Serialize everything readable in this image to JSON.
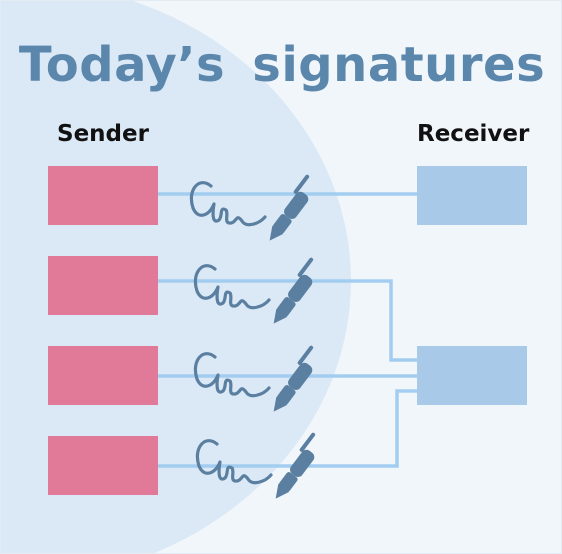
{
  "title": "Today’s signatures",
  "sender_label": "Sender",
  "receiver_label": "Receiver",
  "senders": 4,
  "receivers": 2,
  "connections": [
    {
      "sender": 1,
      "receiver": 1
    },
    {
      "sender": 2,
      "receiver": 2
    },
    {
      "sender": 3,
      "receiver": 2
    },
    {
      "sender": 4,
      "receiver": 2
    }
  ],
  "colors": {
    "background": "#f1f6fb",
    "background_shape": "#dbe8f5",
    "title": "#5c87ad",
    "sender_box": "#e07a98",
    "receiver_box": "#a9c9e8",
    "connector": "#a3cdf0",
    "signature": "#5a7fa0"
  },
  "icons": [
    "signature-icon",
    "pen-icon"
  ]
}
